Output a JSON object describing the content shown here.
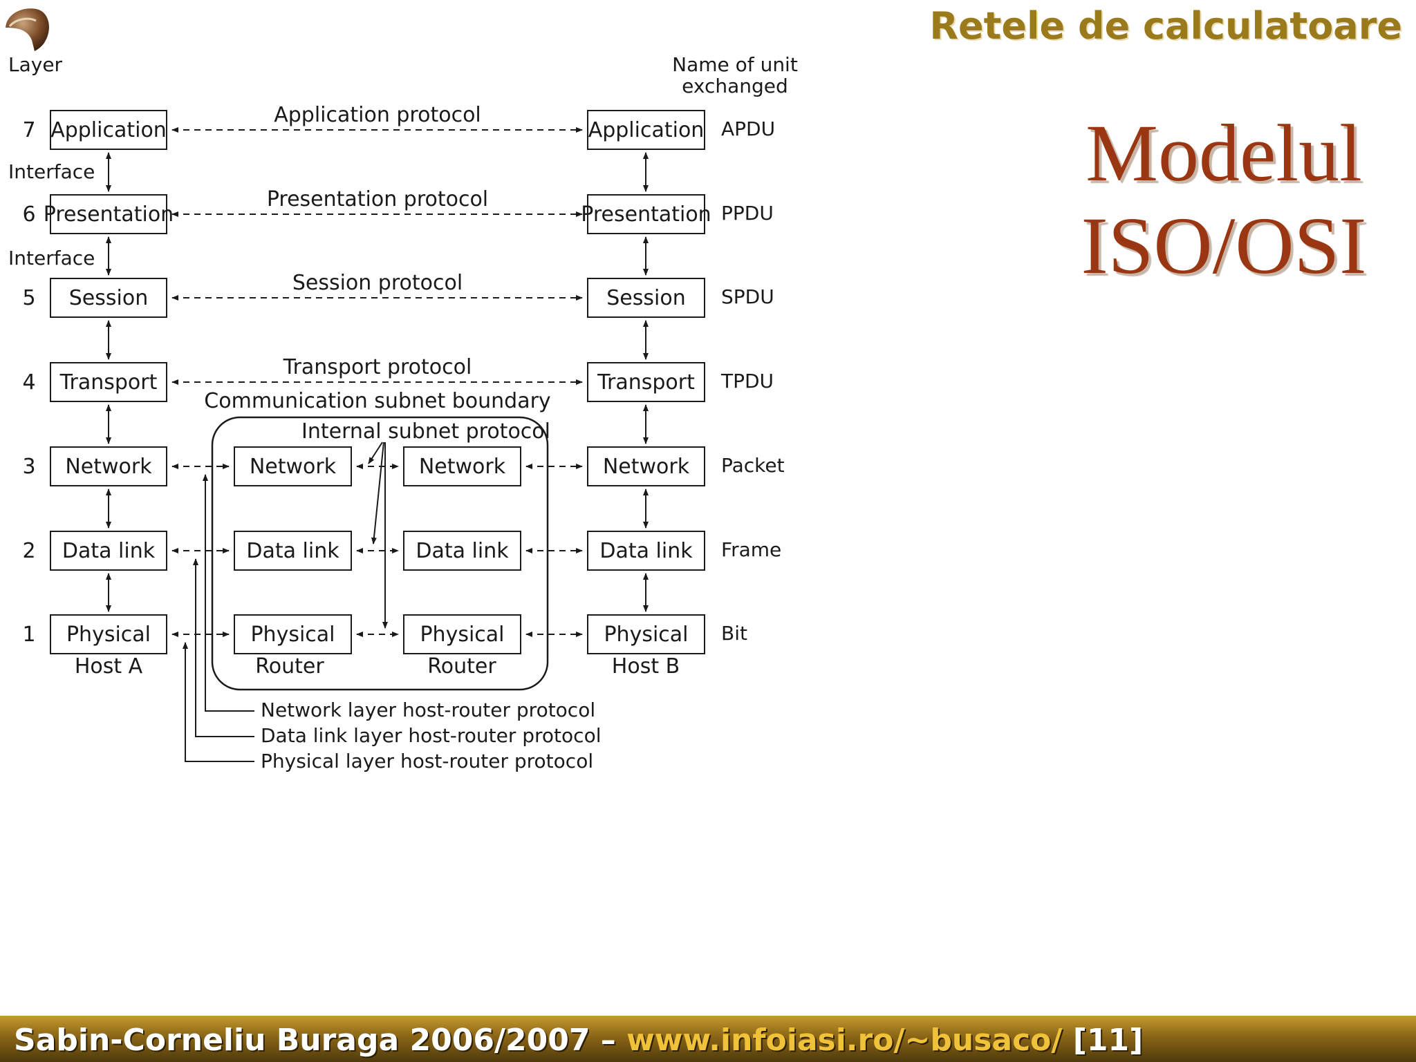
{
  "header": {
    "title": "Retele de calculatoare"
  },
  "slide_title": {
    "line1": "Modelul",
    "line2": "ISO/OSI"
  },
  "diagram": {
    "layer_heading": "Layer",
    "unit_heading_line1": "Name of unit",
    "unit_heading_line2": "exchanged",
    "interface_label": "Interface",
    "layers": [
      {
        "num": "7",
        "name": "Application",
        "protocol": "Application protocol",
        "unit": "APDU"
      },
      {
        "num": "6",
        "name": "Presentation",
        "protocol": "Presentation protocol",
        "unit": "PPDU"
      },
      {
        "num": "5",
        "name": "Session",
        "protocol": "Session protocol",
        "unit": "SPDU"
      },
      {
        "num": "4",
        "name": "Transport",
        "protocol": "Transport protocol",
        "unit": "TPDU"
      },
      {
        "num": "3",
        "name": "Network",
        "unit": "Packet"
      },
      {
        "num": "2",
        "name": "Data link",
        "unit": "Frame"
      },
      {
        "num": "1",
        "name": "Physical",
        "unit": "Bit"
      }
    ],
    "host_a": "Host A",
    "host_b": "Host B",
    "router": "Router",
    "subnet_boundary": "Communication subnet boundary",
    "internal_protocol": "Internal subnet protocol",
    "host_router_protocols": [
      "Network layer host-router protocol",
      "Data link layer host-router protocol",
      "Physical layer host-router protocol"
    ]
  },
  "footer": {
    "author": "Sabin-Corneliu Buraga 2006/2007 –",
    "url": "www.infoiasi.ro/~busaco/",
    "page": "[11]"
  },
  "colors": {
    "header_title": "#9a7a1a",
    "slide_title": "#9a3712",
    "footer_bar": "#8a6516",
    "footer_url": "#f0c23a"
  }
}
